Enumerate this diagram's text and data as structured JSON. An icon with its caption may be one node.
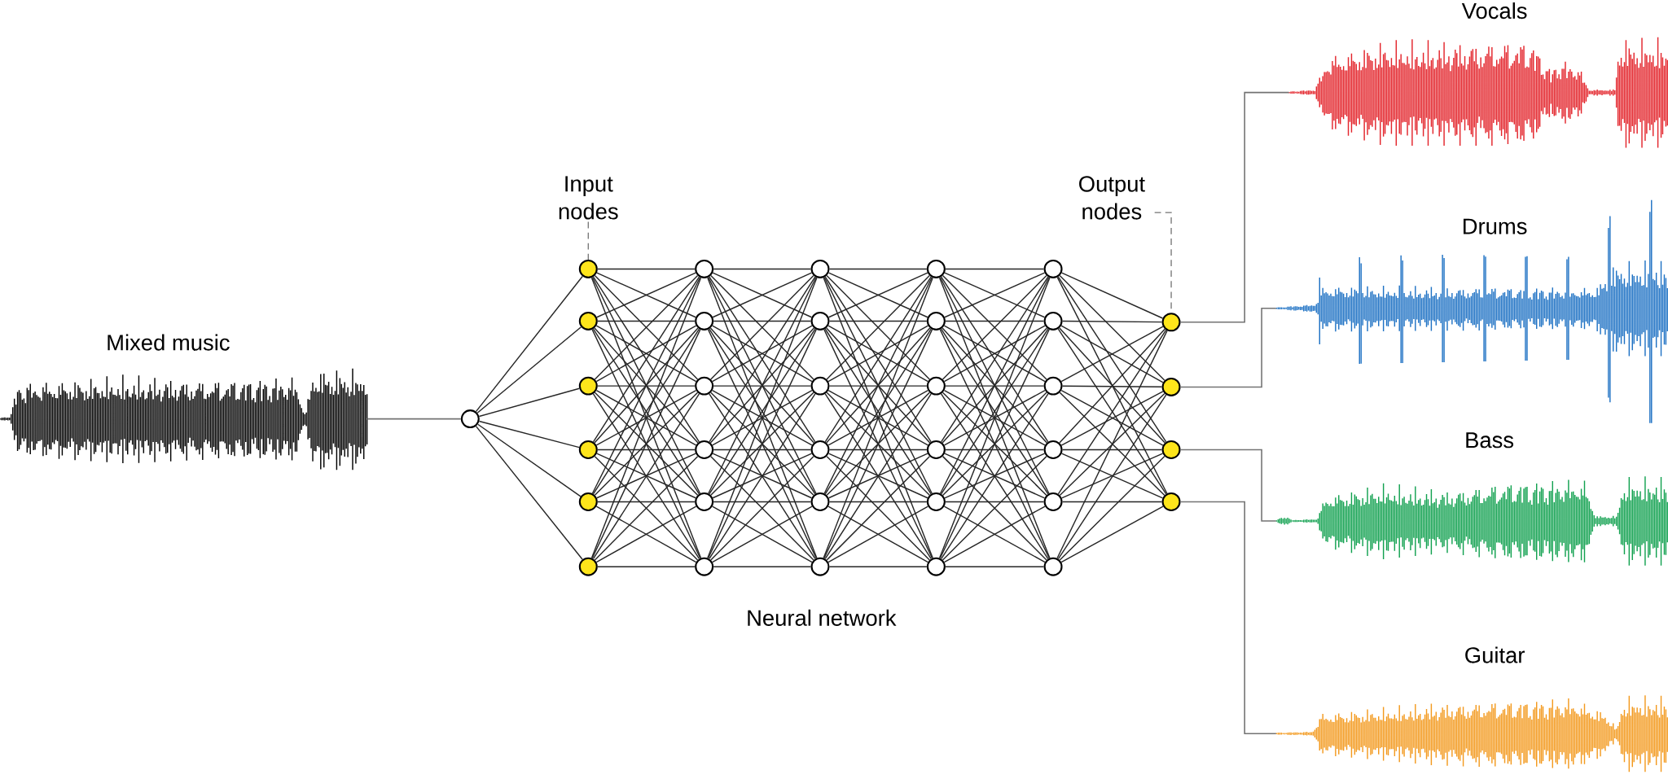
{
  "diagram": {
    "nodes": [
      {
        "text": [
          "Mixed music"
        ]
      },
      {
        "text": [
          "Input nodes"
        ]
      },
      {
        "text": [
          "Output nodes"
        ]
      },
      {
        "text": [],
        "shape": "circle"
      },
      {
        "text": [],
        "shape": "circle"
      },
      {
        "text": [],
        "shape": "circle"
      },
      {
        "text": [],
        "shape": "circle"
      },
      {
        "text": [],
        "shape": "circle"
      },
      {
        "text": [],
        "shape": "circle"
      },
      {
        "text": [],
        "shape": "circle"
      },
      {
        "text": [],
        "shape": "circle"
      },
      {
        "text": [],
        "shape": "circle"
      },
      {
        "text": [],
        "shape": "circle"
      },
      {
        "text": [],
        "shape": "circle"
      },
      {
        "text": [],
        "shape": "circle"
      },
      {
        "text": [],
        "shape": "circle"
      },
      {
        "text": [],
        "shape": "circle"
      },
      {
        "text": [],
        "shape": "circle"
      },
      {
        "text": [],
        "shape": "circle"
      },
      {
        "text": [],
        "shape": "circle"
      },
      {
        "text": [],
        "shape": "circle"
      },
      {
        "text": [],
        "shape": "circle"
      },
      {
        "text": [],
        "shape": "circle"
      },
      {
        "text": [],
        "shape": "circle"
      },
      {
        "text": [],
        "shape": "circle"
      },
      {
        "text": [],
        "shape": "circle"
      },
      {
        "text": [],
        "shape": "circle"
      },
      {
        "text": [],
        "shape": "circle"
      },
      {
        "text": [],
        "shape": "circle"
      },
      {
        "text": [],
        "shape": "circle"
      },
      {
        "text": [],
        "shape": "circle"
      },
      {
        "text": [],
        "shape": "circle"
      },
      {
        "text": [],
        "shape": "circle"
      },
      {
        "text": [],
        "shape": "circle"
      },
      {
        "text": [],
        "shape": "circle"
      },
      {
        "text": [],
        "shape": "circle"
      },
      {
        "text": [],
        "shape": "circle"
      },
      {
        "text": [],
        "shape": "circle"
      },
      {
        "text": [
          "Vocals"
        ]
      },
      {
        "text": [
          "Drums"
        ]
      },
      {
        "text": [
          "Bass"
        ]
      },
      {
        "text": [
          "Guitar"
        ]
      }
    ],
    "edges": [
      {
        "from": 0,
        "to": 3,
        "arrow": "none"
      },
      {
        "from": 1,
        "to": 4,
        "arrow": "none",
        "style": "dashed"
      },
      {
        "from": 2,
        "to": 34,
        "arrow": "none",
        "style": "dashed"
      },
      {
        "from": 3,
        "to": 4,
        "arrow": "none"
      },
      {
        "from": 3,
        "to": 5,
        "arrow": "none"
      },
      {
        "from": 3,
        "to": 6,
        "arrow": "none"
      },
      {
        "from": 3,
        "to": 7,
        "arrow": "none"
      },
      {
        "from": 3,
        "to": 8,
        "arrow": "none"
      },
      {
        "from": 3,
        "to": 9,
        "arrow": "none"
      },
      {
        "from": 4,
        "to": 10,
        "arrow": "none"
      },
      {
        "from": 4,
        "to": 11,
        "arrow": "none"
      },
      {
        "from": 4,
        "to": 12,
        "arrow": "none"
      },
      {
        "from": 4,
        "to": 13,
        "arrow": "none"
      },
      {
        "from": 4,
        "to": 14,
        "arrow": "none"
      },
      {
        "from": 4,
        "to": 15,
        "arrow": "none"
      },
      {
        "from": 5,
        "to": 10,
        "arrow": "none"
      },
      {
        "from": 5,
        "to": 11,
        "arrow": "none"
      },
      {
        "from": 5,
        "to": 12,
        "arrow": "none"
      },
      {
        "from": 5,
        "to": 13,
        "arrow": "none"
      },
      {
        "from": 5,
        "to": 14,
        "arrow": "none"
      },
      {
        "from": 5,
        "to": 15,
        "arrow": "none"
      },
      {
        "from": 6,
        "to": 10,
        "arrow": "none"
      },
      {
        "from": 6,
        "to": 11,
        "arrow": "none"
      },
      {
        "from": 6,
        "to": 12,
        "arrow": "none"
      },
      {
        "from": 6,
        "to": 13,
        "arrow": "none"
      },
      {
        "from": 6,
        "to": 14,
        "arrow": "none"
      },
      {
        "from": 6,
        "to": 15,
        "arrow": "none"
      },
      {
        "from": 7,
        "to": 10,
        "arrow": "none"
      },
      {
        "from": 7,
        "to": 11,
        "arrow": "none"
      },
      {
        "from": 7,
        "to": 12,
        "arrow": "none"
      },
      {
        "from": 7,
        "to": 13,
        "arrow": "none"
      },
      {
        "from": 7,
        "to": 14,
        "arrow": "none"
      },
      {
        "from": 7,
        "to": 15,
        "arrow": "none"
      },
      {
        "from": 8,
        "to": 10,
        "arrow": "none"
      },
      {
        "from": 8,
        "to": 11,
        "arrow": "none"
      },
      {
        "from": 8,
        "to": 12,
        "arrow": "none"
      },
      {
        "from": 8,
        "to": 13,
        "arrow": "none"
      },
      {
        "from": 8,
        "to": 14,
        "arrow": "none"
      },
      {
        "from": 8,
        "to": 15,
        "arrow": "none"
      },
      {
        "from": 9,
        "to": 10,
        "arrow": "none"
      },
      {
        "from": 9,
        "to": 11,
        "arrow": "none"
      },
      {
        "from": 9,
        "to": 12,
        "arrow": "none"
      },
      {
        "from": 9,
        "to": 13,
        "arrow": "none"
      },
      {
        "from": 9,
        "to": 14,
        "arrow": "none"
      },
      {
        "from": 9,
        "to": 15,
        "arrow": "none"
      },
      {
        "from": 10,
        "to": 16,
        "arrow": "none"
      },
      {
        "from": 10,
        "to": 17,
        "arrow": "none"
      },
      {
        "from": 10,
        "to": 18,
        "arrow": "none"
      },
      {
        "from": 10,
        "to": 19,
        "arrow": "none"
      },
      {
        "from": 10,
        "to": 20,
        "arrow": "none"
      },
      {
        "from": 10,
        "to": 21,
        "arrow": "none"
      },
      {
        "from": 11,
        "to": 16,
        "arrow": "none"
      },
      {
        "from": 11,
        "to": 17,
        "arrow": "none"
      },
      {
        "from": 11,
        "to": 18,
        "arrow": "none"
      },
      {
        "from": 11,
        "to": 19,
        "arrow": "none"
      },
      {
        "from": 11,
        "to": 20,
        "arrow": "none"
      },
      {
        "from": 11,
        "to": 21,
        "arrow": "none"
      },
      {
        "from": 12,
        "to": 16,
        "arrow": "none"
      },
      {
        "from": 12,
        "to": 17,
        "arrow": "none"
      },
      {
        "from": 12,
        "to": 18,
        "arrow": "none"
      },
      {
        "from": 12,
        "to": 19,
        "arrow": "none"
      },
      {
        "from": 12,
        "to": 20,
        "arrow": "none"
      },
      {
        "from": 12,
        "to": 21,
        "arrow": "none"
      },
      {
        "from": 13,
        "to": 16,
        "arrow": "none"
      },
      {
        "from": 13,
        "to": 17,
        "arrow": "none"
      },
      {
        "from": 13,
        "to": 18,
        "arrow": "none"
      },
      {
        "from": 13,
        "to": 19,
        "arrow": "none"
      },
      {
        "from": 13,
        "to": 20,
        "arrow": "none"
      },
      {
        "from": 13,
        "to": 21,
        "arrow": "none"
      },
      {
        "from": 14,
        "to": 16,
        "arrow": "none"
      },
      {
        "from": 14,
        "to": 17,
        "arrow": "none"
      },
      {
        "from": 14,
        "to": 18,
        "arrow": "none"
      },
      {
        "from": 14,
        "to": 19,
        "arrow": "none"
      },
      {
        "from": 14,
        "to": 20,
        "arrow": "none"
      },
      {
        "from": 14,
        "to": 21,
        "arrow": "none"
      },
      {
        "from": 15,
        "to": 16,
        "arrow": "none"
      },
      {
        "from": 15,
        "to": 17,
        "arrow": "none"
      },
      {
        "from": 15,
        "to": 18,
        "arrow": "none"
      },
      {
        "from": 15,
        "to": 19,
        "arrow": "none"
      },
      {
        "from": 15,
        "to": 20,
        "arrow": "none"
      },
      {
        "from": 15,
        "to": 21,
        "arrow": "none"
      },
      {
        "from": 16,
        "to": 22,
        "arrow": "none"
      },
      {
        "from": 16,
        "to": 23,
        "arrow": "none"
      },
      {
        "from": 16,
        "to": 24,
        "arrow": "none"
      },
      {
        "from": 16,
        "to": 25,
        "arrow": "none"
      },
      {
        "from": 16,
        "to": 26,
        "arrow": "none"
      },
      {
        "from": 16,
        "to": 27,
        "arrow": "none"
      },
      {
        "from": 17,
        "to": 22,
        "arrow": "none"
      },
      {
        "from": 17,
        "to": 23,
        "arrow": "none"
      },
      {
        "from": 17,
        "to": 24,
        "arrow": "none"
      },
      {
        "from": 17,
        "to": 25,
        "arrow": "none"
      },
      {
        "from": 17,
        "to": 26,
        "arrow": "none"
      },
      {
        "from": 17,
        "to": 27,
        "arrow": "none"
      },
      {
        "from": 18,
        "to": 22,
        "arrow": "none"
      },
      {
        "from": 18,
        "to": 23,
        "arrow": "none"
      },
      {
        "from": 18,
        "to": 24,
        "arrow": "none"
      },
      {
        "from": 18,
        "to": 25,
        "arrow": "none"
      },
      {
        "from": 18,
        "to": 26,
        "arrow": "none"
      },
      {
        "from": 18,
        "to": 27,
        "arrow": "none"
      },
      {
        "from": 19,
        "to": 22,
        "arrow": "none"
      },
      {
        "from": 19,
        "to": 23,
        "arrow": "none"
      },
      {
        "from": 19,
        "to": 24,
        "arrow": "none"
      },
      {
        "from": 19,
        "to": 25,
        "arrow": "none"
      },
      {
        "from": 19,
        "to": 26,
        "arrow": "none"
      },
      {
        "from": 19,
        "to": 27,
        "arrow": "none"
      },
      {
        "from": 20,
        "to": 22,
        "arrow": "none"
      },
      {
        "from": 20,
        "to": 23,
        "arrow": "none"
      },
      {
        "from": 20,
        "to": 24,
        "arrow": "none"
      },
      {
        "from": 20,
        "to": 25,
        "arrow": "none"
      },
      {
        "from": 20,
        "to": 26,
        "arrow": "none"
      },
      {
        "from": 20,
        "to": 27,
        "arrow": "none"
      },
      {
        "from": 21,
        "to": 22,
        "arrow": "none"
      },
      {
        "from": 21,
        "to": 23,
        "arrow": "none"
      },
      {
        "from": 21,
        "to": 24,
        "arrow": "none"
      },
      {
        "from": 21,
        "to": 25,
        "arrow": "none"
      },
      {
        "from": 21,
        "to": 26,
        "arrow": "none"
      },
      {
        "from": 21,
        "to": 27,
        "arrow": "none"
      },
      {
        "from": 22,
        "to": 28,
        "arrow": "none"
      },
      {
        "from": 22,
        "to": 29,
        "arrow": "none"
      },
      {
        "from": 22,
        "to": 30,
        "arrow": "none"
      },
      {
        "from": 22,
        "to": 31,
        "arrow": "none"
      },
      {
        "from": 22,
        "to": 32,
        "arrow": "none"
      },
      {
        "from": 22,
        "to": 33,
        "arrow": "none"
      },
      {
        "from": 23,
        "to": 28,
        "arrow": "none"
      },
      {
        "from": 23,
        "to": 29,
        "arrow": "none"
      },
      {
        "from": 23,
        "to": 30,
        "arrow": "none"
      },
      {
        "from": 23,
        "to": 31,
        "arrow": "none"
      },
      {
        "from": 23,
        "to": 32,
        "arrow": "none"
      },
      {
        "from": 23,
        "to": 33,
        "arrow": "none"
      },
      {
        "from": 24,
        "to": 28,
        "arrow": "none"
      },
      {
        "from": 24,
        "to": 29,
        "arrow": "none"
      },
      {
        "from": 24,
        "to": 30,
        "arrow": "none"
      },
      {
        "from": 24,
        "to": 31,
        "arrow": "none"
      },
      {
        "from": 24,
        "to": 32,
        "arrow": "none"
      },
      {
        "from": 24,
        "to": 33,
        "arrow": "none"
      },
      {
        "from": 25,
        "to": 28,
        "arrow": "none"
      },
      {
        "from": 25,
        "to": 29,
        "arrow": "none"
      },
      {
        "from": 25,
        "to": 30,
        "arrow": "none"
      },
      {
        "from": 25,
        "to": 31,
        "arrow": "none"
      },
      {
        "from": 25,
        "to": 32,
        "arrow": "none"
      },
      {
        "from": 25,
        "to": 33,
        "arrow": "none"
      },
      {
        "from": 26,
        "to": 28,
        "arrow": "none"
      },
      {
        "from": 26,
        "to": 29,
        "arrow": "none"
      },
      {
        "from": 26,
        "to": 30,
        "arrow": "none"
      },
      {
        "from": 26,
        "to": 31,
        "arrow": "none"
      },
      {
        "from": 26,
        "to": 32,
        "arrow": "none"
      },
      {
        "from": 26,
        "to": 33,
        "arrow": "none"
      },
      {
        "from": 27,
        "to": 28,
        "arrow": "none"
      },
      {
        "from": 27,
        "to": 29,
        "arrow": "none"
      },
      {
        "from": 27,
        "to": 30,
        "arrow": "none"
      },
      {
        "from": 27,
        "to": 31,
        "arrow": "none"
      },
      {
        "from": 27,
        "to": 32,
        "arrow": "none"
      },
      {
        "from": 27,
        "to": 33,
        "arrow": "none"
      },
      {
        "from": 28,
        "to": 34,
        "arrow": "none"
      },
      {
        "from": 28,
        "to": 35,
        "arrow": "none"
      },
      {
        "from": 28,
        "to": 36,
        "arrow": "none"
      },
      {
        "from": 28,
        "to": 37,
        "arrow": "none"
      },
      {
        "from": 29,
        "to": 34,
        "arrow": "none"
      },
      {
        "from": 29,
        "to": 35,
        "arrow": "none"
      },
      {
        "from": 29,
        "to": 36,
        "arrow": "none"
      },
      {
        "from": 29,
        "to": 37,
        "arrow": "none"
      },
      {
        "from": 30,
        "to": 34,
        "arrow": "none"
      },
      {
        "from": 30,
        "to": 35,
        "arrow": "none"
      },
      {
        "from": 30,
        "to": 36,
        "arrow": "none"
      },
      {
        "from": 30,
        "to": 37,
        "arrow": "none"
      },
      {
        "from": 31,
        "to": 34,
        "arrow": "none"
      },
      {
        "from": 31,
        "to": 35,
        "arrow": "none"
      },
      {
        "from": 31,
        "to": 36,
        "arrow": "none"
      },
      {
        "from": 31,
        "to": 37,
        "arrow": "none"
      },
      {
        "from": 32,
        "to": 34,
        "arrow": "none"
      },
      {
        "from": 32,
        "to": 35,
        "arrow": "none"
      },
      {
        "from": 32,
        "to": 36,
        "arrow": "none"
      },
      {
        "from": 32,
        "to": 37,
        "arrow": "none"
      },
      {
        "from": 33,
        "to": 34,
        "arrow": "none"
      },
      {
        "from": 33,
        "to": 35,
        "arrow": "none"
      },
      {
        "from": 33,
        "to": 36,
        "arrow": "none"
      },
      {
        "from": 33,
        "to": 37,
        "arrow": "none"
      },
      {
        "from": 34,
        "to": 38,
        "arrow": "none"
      },
      {
        "from": 35,
        "to": 39,
        "arrow": "none"
      },
      {
        "from": 36,
        "to": 40,
        "arrow": "none"
      },
      {
        "from": 37,
        "to": 41,
        "arrow": "none"
      }
    ],
    "labels": [
      "Neural network"
    ]
  }
}
